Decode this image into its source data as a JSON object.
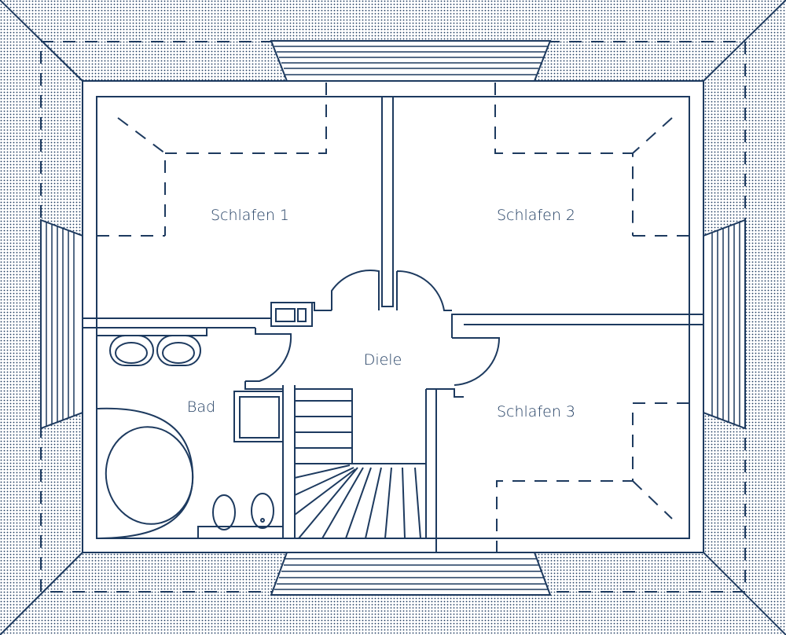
{
  "colors": {
    "line": "#1d3a5f",
    "dots": "#1d3a5f",
    "background": "#ffffff"
  },
  "rooms": {
    "schlafen1": "Schlafen 1",
    "schlafen2": "Schlafen 2",
    "schlafen3": "Schlafen 3",
    "diele": "Diele",
    "bad": "Bad"
  }
}
